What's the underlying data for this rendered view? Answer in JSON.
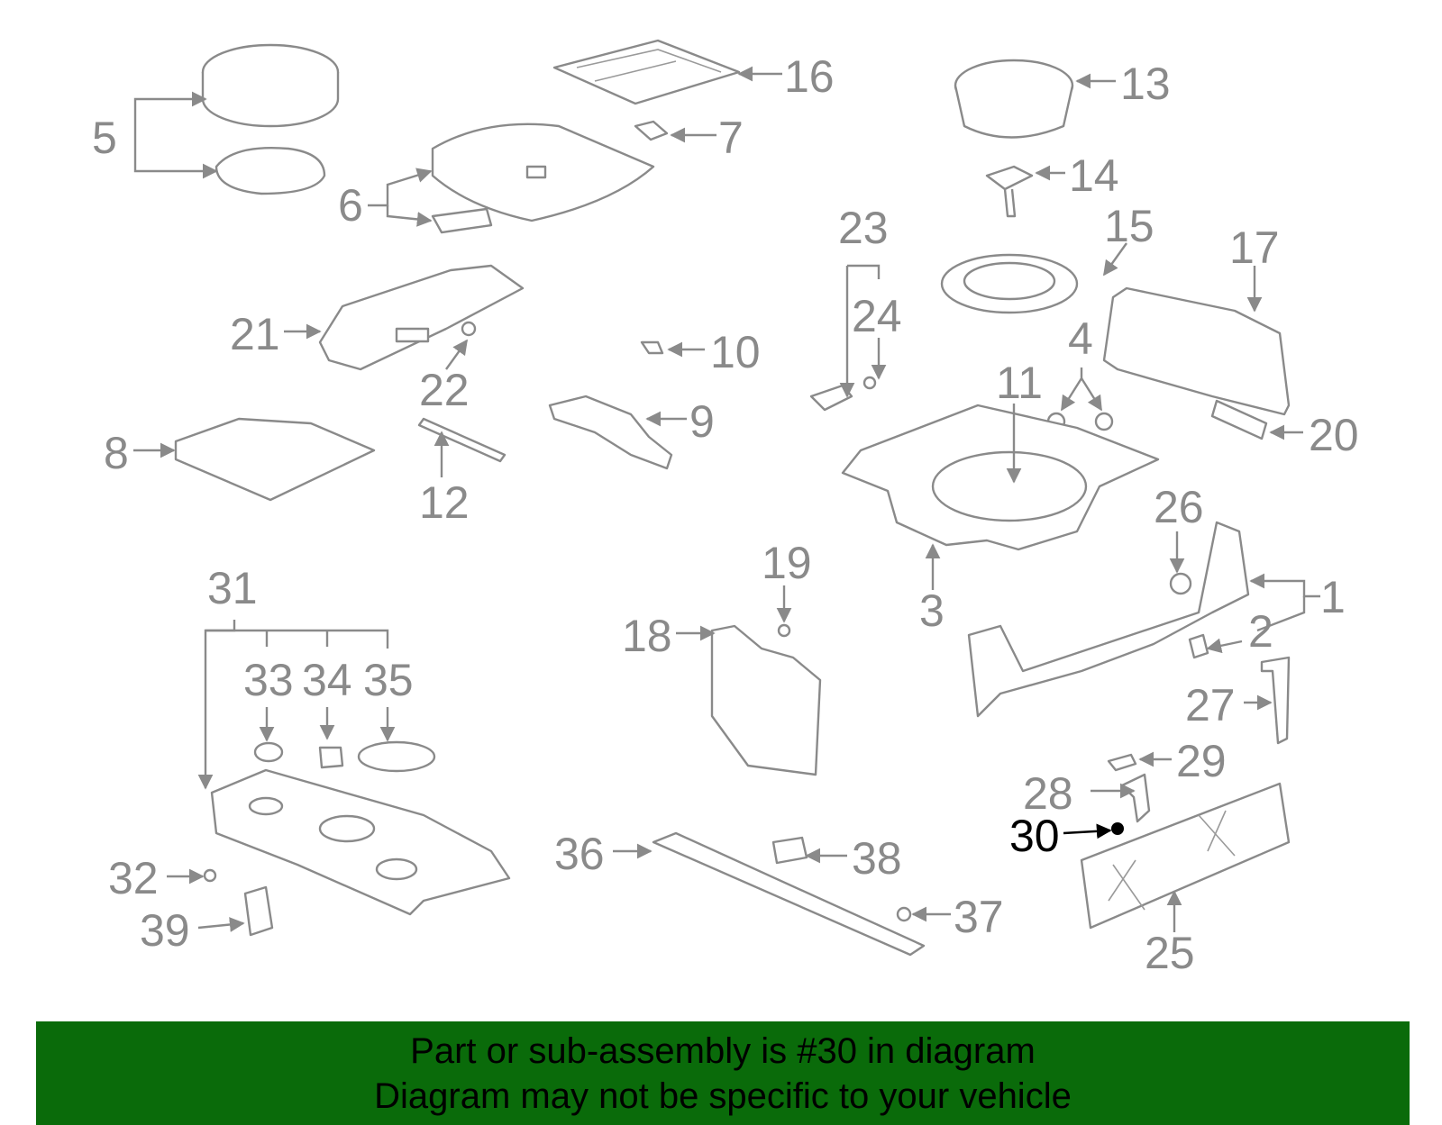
{
  "banner": {
    "line1": "Part or sub-assembly is #30 in diagram",
    "line2": "Diagram may not be specific to your vehicle"
  },
  "colors": {
    "line_art": "#8a8a8a",
    "highlight": "#000000",
    "banner_bg": "#0a6b0a",
    "background": "#ffffff"
  },
  "highlighted_part": "30",
  "callouts": [
    "1",
    "2",
    "3",
    "4",
    "5",
    "6",
    "7",
    "8",
    "9",
    "10",
    "11",
    "12",
    "13",
    "14",
    "15",
    "16",
    "17",
    "18",
    "19",
    "20",
    "21",
    "22",
    "23",
    "24",
    "25",
    "26",
    "27",
    "28",
    "29",
    "30",
    "31",
    "32",
    "33",
    "34",
    "35",
    "36",
    "37",
    "38",
    "39"
  ]
}
